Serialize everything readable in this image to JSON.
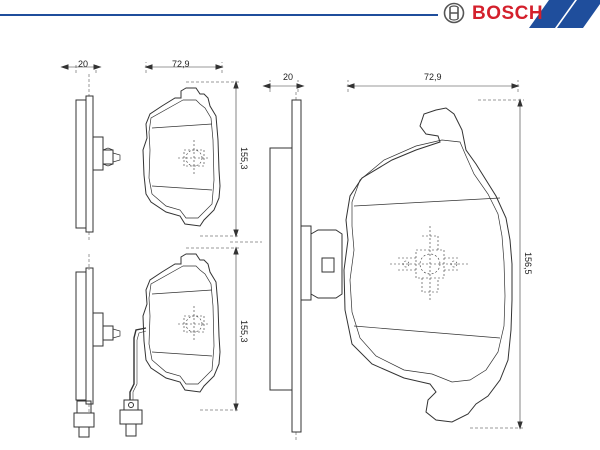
{
  "brand": {
    "name": "BOSCH"
  },
  "dimensions": {
    "small_top_thickness": "20",
    "small_top_width": "72,9",
    "small_top_height": "155,3",
    "small_bottom_height": "155,3",
    "large_thickness": "20",
    "large_width": "72,9",
    "large_height": "156,5"
  },
  "colors": {
    "brand_red": "#d4202c",
    "banner_blue": "#1f4e9c",
    "line": "#333333"
  }
}
